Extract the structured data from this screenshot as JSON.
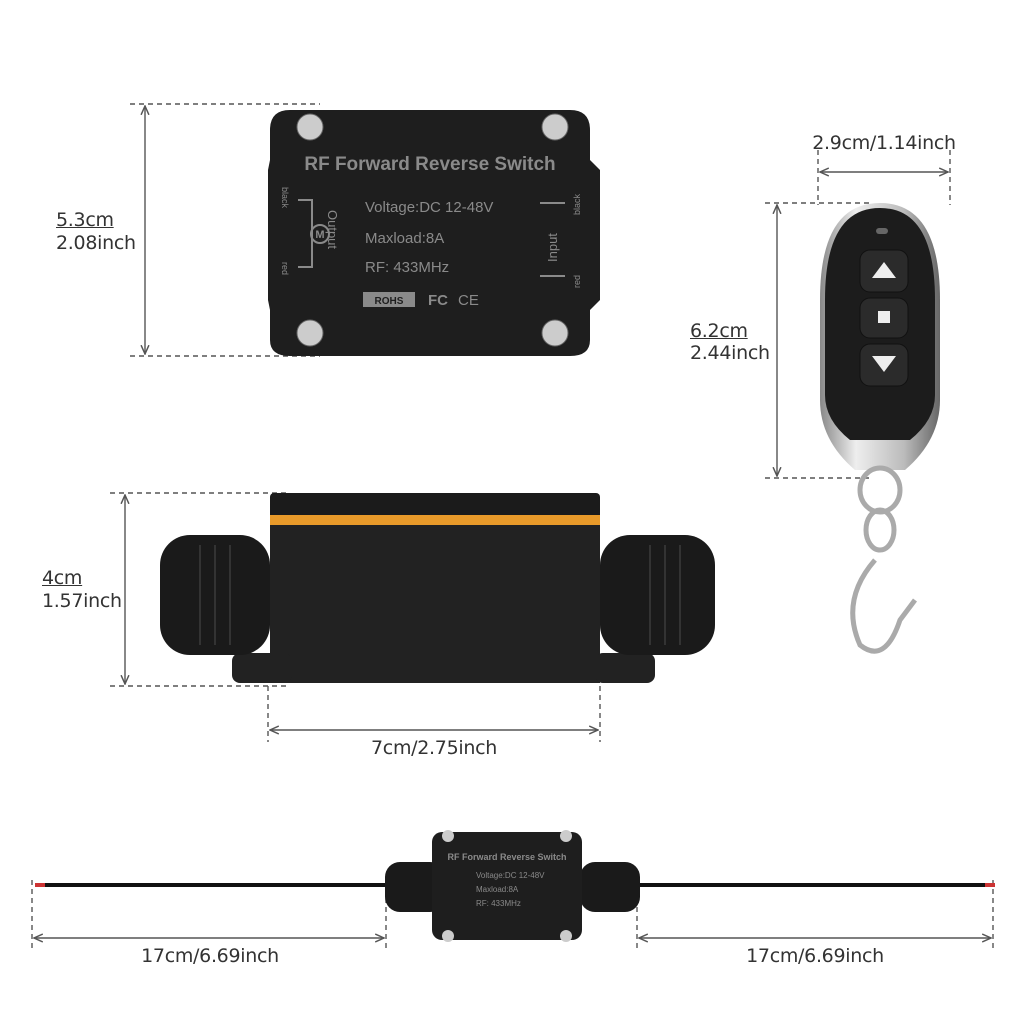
{
  "dimensions": {
    "top_height_cm": "5.3cm",
    "top_height_inch": "2.08inch",
    "remote_width": "2.9cm/1.14inch",
    "remote_height_cm": "6.2cm",
    "remote_height_inch": "2.44inch",
    "side_height_cm": "4cm",
    "side_height_inch": "1.57inch",
    "side_length": "7cm/2.75inch",
    "wire_left": "17cm/6.69inch",
    "wire_right": "17cm/6.69inch"
  },
  "module_label": {
    "title": "RF Forward Reverse Switch",
    "voltage": "Voltage:DC 12-48V",
    "maxload": "Maxload:8A",
    "rf": "RF: 433MHz",
    "output": "Output",
    "input": "Input",
    "black": "black",
    "red": "red",
    "motor": "M",
    "rohs": "ROHS",
    "fc": "FC",
    "ce": "CE"
  },
  "colors": {
    "body": "#1e1e1e",
    "print": "#8a8a8a",
    "seal": "#e89a2a",
    "dim_line": "#555555"
  },
  "remote": {
    "buttons": [
      "up-arrow",
      "stop-square",
      "down-arrow"
    ]
  }
}
